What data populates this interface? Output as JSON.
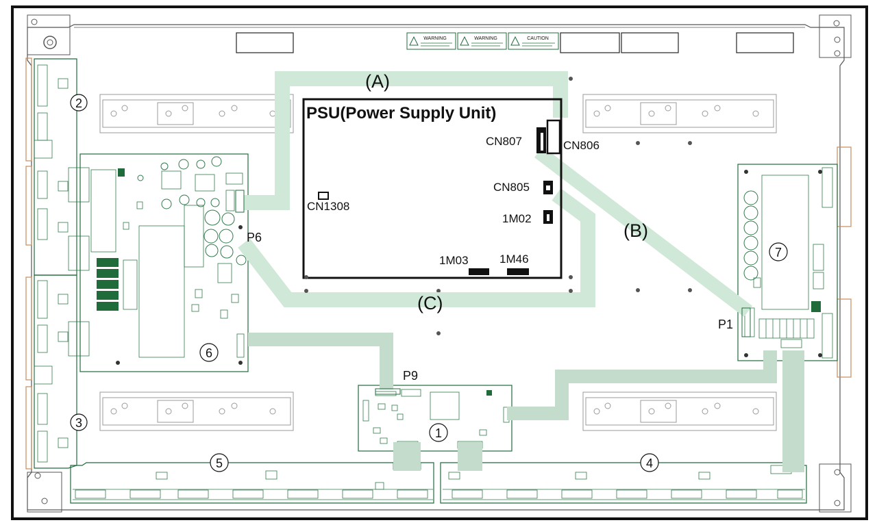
{
  "psu": {
    "title": "PSU(Power Supply Unit)",
    "connectors": {
      "cn807": "CN807",
      "cn806": "CN806",
      "cn805": "CN805",
      "m02": "1M02",
      "cn1308": "CN1308",
      "m03": "1M03",
      "m46": "1M46"
    }
  },
  "cables": {
    "a": "(A)",
    "b": "(B)",
    "c": "(C)"
  },
  "ports": {
    "p6": "P6",
    "p9": "P9",
    "p1": "P1"
  },
  "boards": {
    "b1": "1",
    "b2": "2",
    "b3": "3",
    "b4": "4",
    "b5": "5",
    "b6": "6",
    "b7": "7"
  },
  "warning_labels": [
    "WARNING",
    "WARNING",
    "CAUTION"
  ],
  "colors": {
    "cable_light": "#cfe8d8",
    "cable_mid": "#c3dccb",
    "pcb_line": "#1f6b3a",
    "frame": "#111111",
    "rail": "#9a9a9a",
    "tab": "#c98a5a"
  }
}
